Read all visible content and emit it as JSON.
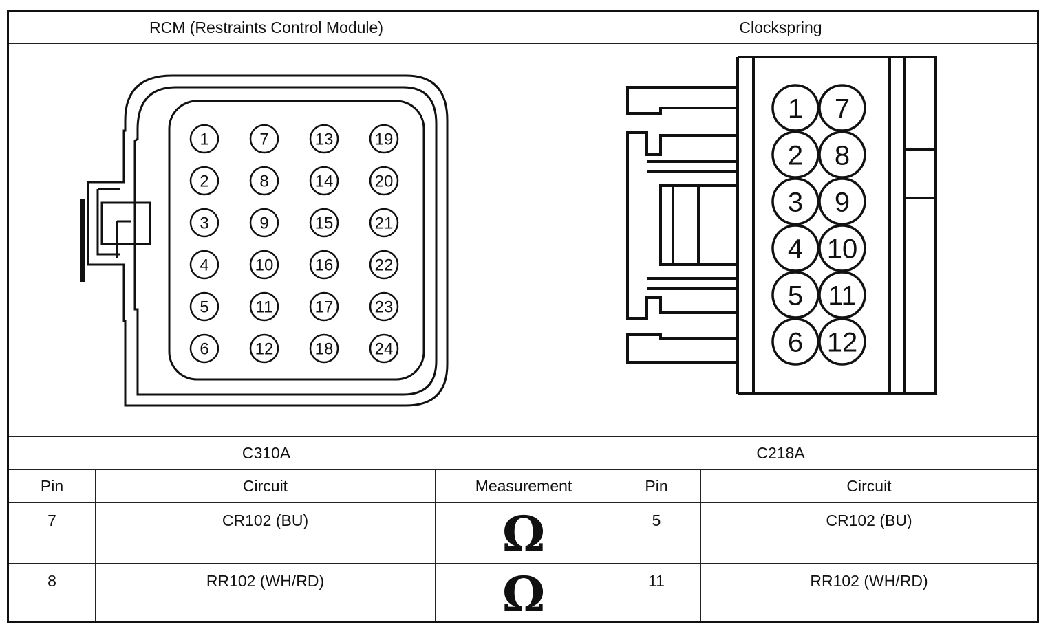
{
  "header": {
    "left_title": "RCM (Restraints Control Module)",
    "right_title": "Clockspring"
  },
  "connectors": {
    "left": {
      "id": "C310A",
      "pins": [
        "1",
        "7",
        "13",
        "19",
        "2",
        "8",
        "14",
        "20",
        "3",
        "9",
        "15",
        "21",
        "4",
        "10",
        "16",
        "22",
        "5",
        "11",
        "17",
        "23",
        "6",
        "12",
        "18",
        "24"
      ]
    },
    "right": {
      "id": "C218A",
      "pins": [
        "1",
        "7",
        "2",
        "8",
        "3",
        "9",
        "4",
        "10",
        "5",
        "11",
        "6",
        "12"
      ]
    }
  },
  "table": {
    "headers": [
      "Pin",
      "Circuit",
      "Measurement",
      "Pin",
      "Circuit"
    ],
    "rows": [
      {
        "pin_a": "7",
        "circuit_a": "CR102 (BU)",
        "measurement": "Ω",
        "pin_b": "5",
        "circuit_b": "CR102 (BU)"
      },
      {
        "pin_a": "8",
        "circuit_a": "RR102 (WH/RD)",
        "measurement": "Ω",
        "pin_b": "11",
        "circuit_b": "RR102 (WH/RD)"
      }
    ]
  }
}
